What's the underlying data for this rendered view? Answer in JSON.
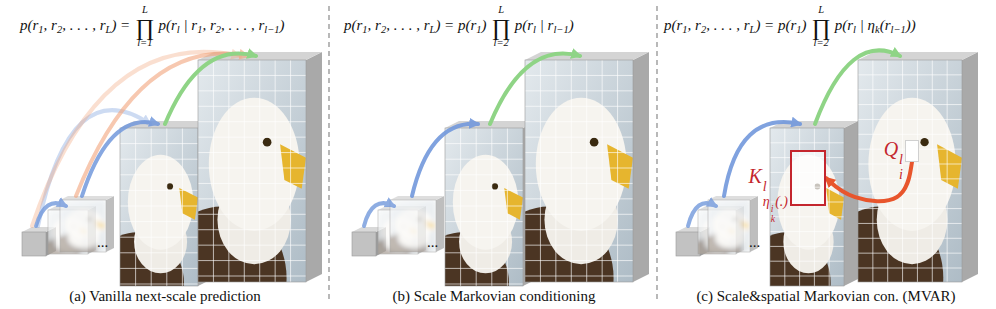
{
  "diagram": {
    "nodes": [
      {
        "text": [
          "K",
          "l",
          "η",
          "i",
          "k",
          "(.)"
        ]
      },
      {
        "text": [
          "Q",
          "l",
          "i"
        ]
      }
    ],
    "edges": [
      {
        "from": 1,
        "to": 0,
        "arrow": "to"
      }
    ],
    "labels": [
      "p(r",
      "1",
      ", r",
      "2",
      ", . . . , r",
      "L",
      ") =",
      "L",
      "∏",
      "l=1",
      "p(r",
      "l",
      " | r",
      "1",
      ", r",
      "2",
      ", . . . , r",
      "l−1",
      ")",
      "p(r",
      "1",
      ", r",
      "2",
      ", . . . , r",
      "L",
      ") = p(r",
      "1",
      ")",
      "L",
      "∏",
      "l=2",
      "p(r",
      "l",
      " | r",
      "l−1",
      ")",
      "p(r",
      "1",
      ", r",
      "2",
      ", . . . , r",
      "L",
      ") = p(r",
      "1",
      ")",
      "L",
      "∏",
      "l=2",
      "p(r",
      "l",
      " | η",
      "k",
      "(r",
      "l−1",
      "))",
      "(a) Vanilla next-scale prediction",
      "(b) Scale Markovian conditioning",
      "(c) Scale&spatial Markovian con. (MVAR)",
      "...",
      "...",
      "..."
    ]
  }
}
